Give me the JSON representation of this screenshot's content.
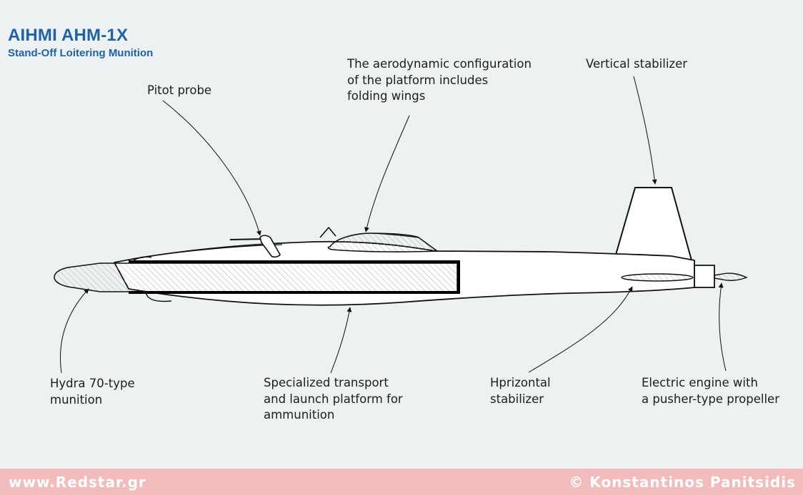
{
  "header": {
    "title": "AIHMI AHM-1X",
    "subtitle": "Stand-Off Loitering Munition"
  },
  "callouts": {
    "pitot_probe": "Pitot probe",
    "wings": "The aerodynamic configuration\nof the platform includes\nfolding wings",
    "vertical_stabilizer": "Vertical stabilizer",
    "hydra_munition": "Hydra 70-type\nmunition",
    "transport_platform": "Specialized transport\nand launch platform for\nammunition",
    "horizontal_stabilizer": "Hprizontal\nstabilizer",
    "electric_engine": "Electric engine with\na pusher-type propeller"
  },
  "footer": {
    "website": "www.Redstar.gr",
    "copyright": "© Konstantinos Panitsidis"
  },
  "colors": {
    "title": "#1e62a8",
    "background": "#edf1f2",
    "footer_band": "#f2bcbc",
    "footer_text": "#ffffff",
    "outline": "#111111"
  }
}
